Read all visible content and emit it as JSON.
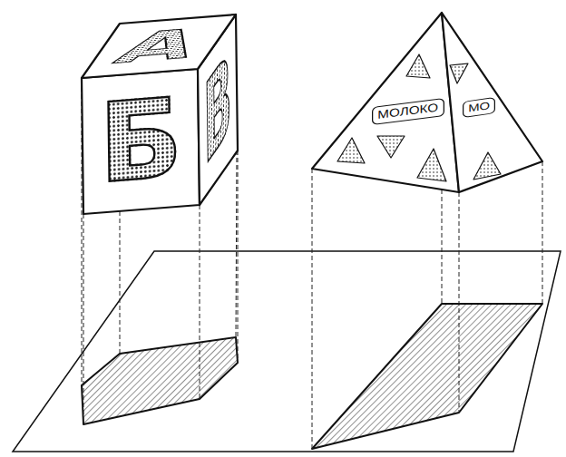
{
  "diagram": {
    "labels": [
      "А",
      "Б",
      "В",
      "МОЛОКО",
      "МО"
    ]
  }
}
